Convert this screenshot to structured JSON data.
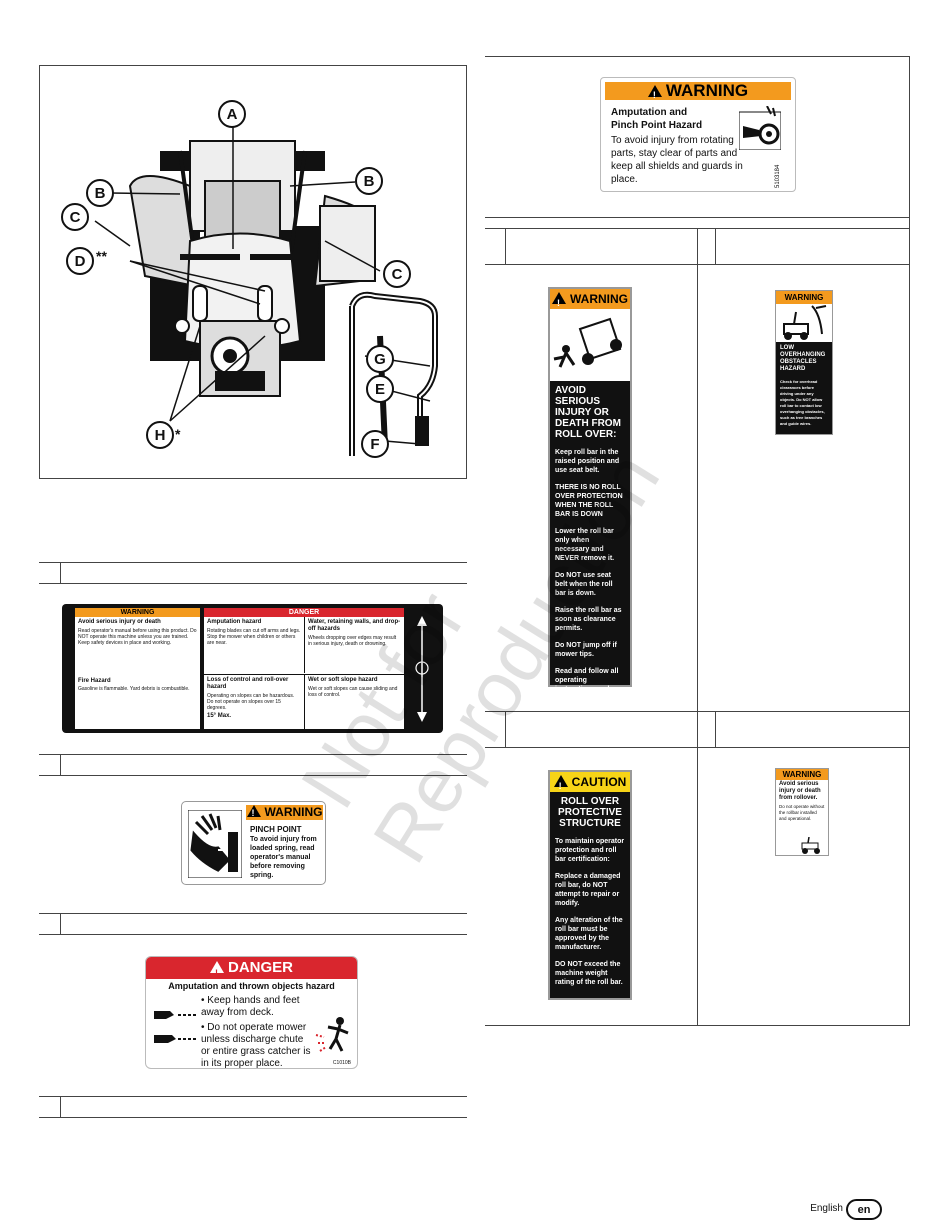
{
  "figure": {
    "callouts": {
      "a": "A",
      "b": "B",
      "c": "C",
      "d": "D",
      "d_suffix": "**",
      "e": "E",
      "f": "F",
      "g": "G",
      "h": "H",
      "h_suffix": "*"
    }
  },
  "decal_amputation_pinch": {
    "header": "WARNING",
    "title_1": "Amputation and",
    "title_2": "Pinch Point Hazard",
    "body": "To avoid injury from rotating parts, stay clear of parts and keep all shields and guards in place.",
    "part_number": "5103184"
  },
  "decal_rollover": {
    "header": "WARNING",
    "title": "AVOID SERIOUS INJURY OR DEATH FROM ROLL OVER:",
    "p1": "Keep roll bar in the raised position and use seat belt.",
    "p2": "THERE IS NO ROLL OVER PROTECTION WHEN THE ROLL BAR IS DOWN",
    "p3": "Lower the roll bar only when necessary and NEVER remove it.",
    "p4": "Do NOT use seat belt when the roll bar is down.",
    "p5": "Raise the roll bar as soon as clearance permits.",
    "p6": "Do NOT jump off if mower tips.",
    "p7": "Read and follow all operating instructions and warnings in the operator's manual."
  },
  "decal_low_overhang": {
    "header": "WARNING",
    "title": "LOW OVERHANGING OBSTACLES HAZARD",
    "body": "Check for overhead clearances before driving under any objects. Do NOT allow roll bar to contact low overhanging obstacles, such as tree branches and guide wires."
  },
  "decal_main_console": {
    "warning_header": "WARNING",
    "danger_header": "DANGER",
    "c1_title": "Avoid serious injury or death",
    "c1_body": "Read operator's manual before using this product. Do NOT operate this machine unless you are trained. Keep safety devices in place and working.",
    "fire_title": "Fire Hazard",
    "fire_body": "Gasoline is flammable. Yard debris is combustible.",
    "c2_title": "Amputation hazard",
    "c2_body": "Rotating blades can cut off arms and legs. Stop the mower when children or others are near.",
    "c2b_title": "Loss of control and roll-over hazard",
    "c2b_body": "Operating on slopes can be hazardous. Do not operate on slopes over 15 degrees.",
    "c3_title": "Water, retaining walls, and drop-off hazards",
    "c3_body": "Wheels dropping over edges may result in serious injury, death or drowning.",
    "c3b_title": "Wet or soft slope hazard",
    "c3b_body": "Wet or soft slopes can cause sliding and loss of control.",
    "slope_label": "15° Max."
  },
  "decal_pinch_point": {
    "header": "WARNING",
    "title": "PINCH POINT",
    "body": "To avoid injury from loaded spring, read operator's manual before removing spring."
  },
  "decal_caution_rops": {
    "header": "CAUTION",
    "title": "ROLL OVER PROTECTIVE STRUCTURE",
    "p1": "To maintain operator protection and roll bar certification:",
    "p2": "Replace a damaged roll bar, do NOT attempt to repair or modify.",
    "p3": "Any alteration of the roll bar must be approved by the manufacturer.",
    "p4": "DO NOT exceed the machine weight rating of the roll bar."
  },
  "decal_small_rollover": {
    "header": "WARNING",
    "title": "Avoid serious injury or death from rollover.",
    "body": "Do not operate without the rollbar installed and operational."
  },
  "decal_danger_deck": {
    "header": "DANGER",
    "subtitle": "Amputation and thrown objects hazard",
    "bullet1": "Keep hands and feet away from deck.",
    "bullet2": "Do not operate mower unless discharge chute or entire grass catcher is in its proper place.",
    "part_number": "C1010B"
  },
  "watermark": {
    "line1": "Not for",
    "line2": "Reproduction"
  },
  "footer": {
    "language": "English",
    "code": "en"
  }
}
